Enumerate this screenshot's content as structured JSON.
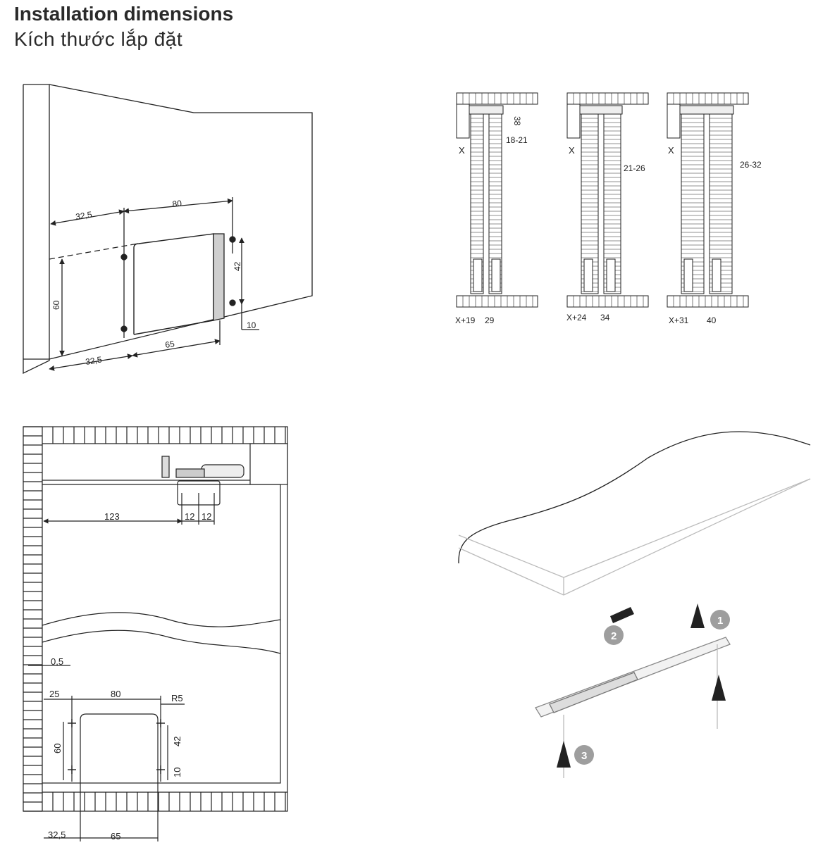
{
  "header": {
    "title": "Installation dimensions",
    "subtitle": "Kích thước lắp đặt"
  },
  "perspective_drawing": {
    "dim_top_left": "32,5",
    "dim_top_cut": "80",
    "dim_left_height": "60",
    "dim_right_height": "42",
    "dim_bottom_right": "10",
    "dim_bottom_left": "32,5",
    "dim_bottom_cut": "65"
  },
  "door_sections": [
    {
      "gap": "38",
      "range": "18-21",
      "x_label": "X",
      "offset": "X+19",
      "spacing": "29"
    },
    {
      "gap": "",
      "range": "21-26",
      "x_label": "X",
      "offset": "X+24",
      "spacing": "34"
    },
    {
      "gap": "",
      "range": "26-32",
      "x_label": "X",
      "offset": "X+31",
      "spacing": "40"
    }
  ],
  "plan_drawing": {
    "dim_123": "123",
    "dim_12a": "12",
    "dim_12b": "12",
    "dim_gap": "0,5",
    "dim_25": "25",
    "dim_80": "80",
    "dim_radius": "R5",
    "dim_60": "60",
    "dim_42": "42",
    "dim_10": "10",
    "dim_325": "32,5",
    "dim_65": "65"
  },
  "steps": [
    "1",
    "2",
    "3"
  ],
  "colors": {
    "line": "#222222",
    "step_badge": "#9e9e9e",
    "panel_shade": "#cfcfcf"
  }
}
